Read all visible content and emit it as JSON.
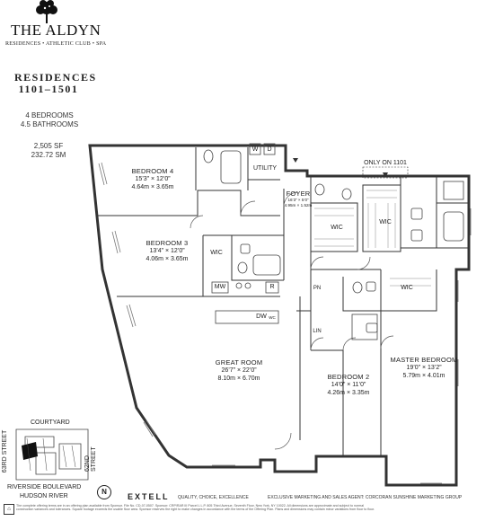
{
  "brand": {
    "name": "THE ALDYN",
    "tagline": "RESIDENCES • ATHLETIC CLUB • SPA"
  },
  "residence": {
    "heading_line1": "RESIDENCES",
    "heading_line2": "1101–1501",
    "bedrooms": "4 BEDROOMS",
    "bathrooms": "4.5 BATHROOMS",
    "area_sf": "2,505 SF",
    "area_sm": "232.72 SM"
  },
  "rooms": {
    "bedroom4": {
      "name": "BEDROOM 4",
      "dim_ft": "15’3” × 12’0”",
      "dim_m": "4.64m × 3.65m"
    },
    "bedroom3": {
      "name": "BEDROOM 3",
      "dim_ft": "13’4” × 12’0”",
      "dim_m": "4.06m × 3.65m"
    },
    "great_room": {
      "name": "GREAT ROOM",
      "dim_ft": "26’7” × 22’0”",
      "dim_m": "8.10m × 6.70m"
    },
    "bedroom2": {
      "name": "BEDROOM 2",
      "dim_ft": "14’0” × 11’0”",
      "dim_m": "4.26m × 3.35m"
    },
    "master": {
      "name": "MASTER BEDROOM",
      "dim_ft": "19’0” × 13’2”",
      "dim_m": "5.79m × 4.01m"
    },
    "foyer": {
      "name": "FOYER",
      "dim_ft": "16’3” × 5’0”",
      "dim_m": "4.95m × 1.52m"
    },
    "utility": "UTILITY",
    "wic": "WIC",
    "only_on": "ONLY ON 1101",
    "w": "W",
    "d": "D",
    "mw": "MW",
    "r": "R",
    "dw": "DW",
    "wc": "WC",
    "pn": "PN",
    "lin": "LIN"
  },
  "keyplan": {
    "courtyard": "COURTYARD",
    "street_left": "63RD STREET",
    "street_right": "62ND STREET",
    "boulevard": "RIVERSIDE BOULEVARD",
    "river": "HUDSON RIVER",
    "north": "N"
  },
  "footer": {
    "developer": "EXTELL",
    "developer_tag": "QUALITY, CHOICE, EXCELLENCE",
    "agent": "EXCLUSIVE MARKETING AND SALES AGENT: CORCORAN SUNSHINE MARKETING GROUP",
    "fine_print_1": "The complete offering terms are in an offering plan available from Sponsor. File No. CD-07-0507. Sponsor: CRP/RAR III Parcel L L.P. 805 Third Avenue, Seventh Floor, New York, NY 10022. All dimensions are approximate and subject to normal",
    "fine_print_2": "construction variances and tolerances. Square footage exceeds the usable floor area. Sponsor reserves the right to make changes in accordance with the terms of the Offering Plan. Plans and dimensions may contain minor variations from floor to floor."
  }
}
